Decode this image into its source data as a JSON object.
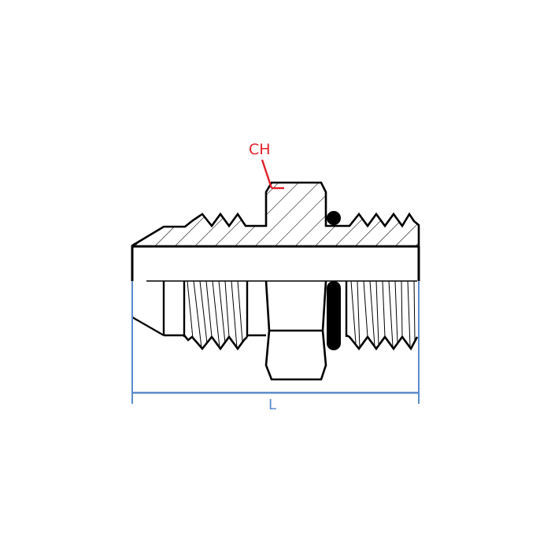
{
  "diagram": {
    "type": "technical-drawing",
    "subject": "hydraulic straight adapter fitting, half-section view (male JIC flare end x male O-ring boss end)",
    "colors": {
      "outline": "#000000",
      "hatch": "#000000",
      "callout": "#e0202a",
      "dimension": "#5b8ccc",
      "background": "#ffffff"
    },
    "labels": {
      "hex_callout": "CH",
      "length_dimension": "L"
    },
    "components": [
      {
        "name": "flare-end-thread",
        "side": "left",
        "thread_crests": 4
      },
      {
        "name": "hex-body",
        "callout": "CH"
      },
      {
        "name": "o-ring",
        "side": "right",
        "fill": "#000000"
      },
      {
        "name": "boss-end-thread",
        "side": "right",
        "thread_crests": 5
      }
    ]
  }
}
